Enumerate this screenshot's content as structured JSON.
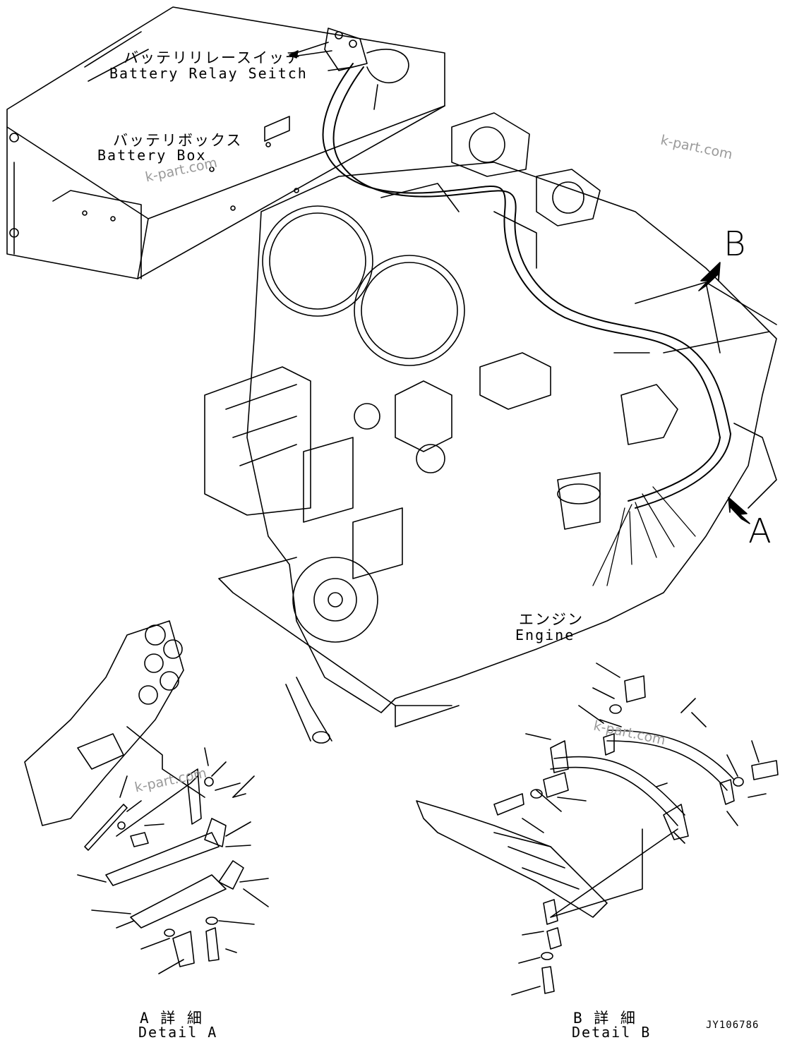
{
  "labels": {
    "battery_relay_jp": "バッテリリレースイッチ",
    "battery_relay_en": "Battery Relay Seitch",
    "battery_box_jp": "バッテリボックス",
    "battery_box_en": "Battery Box",
    "engine_jp": "エンジン",
    "engine_en": "Engine",
    "detail_a_jp": "A 詳 細",
    "detail_a_en": "Detail A",
    "detail_b_jp": "B 詳 細",
    "detail_b_en": "Detail B"
  },
  "view_markers": {
    "a": "A",
    "b": "B"
  },
  "watermarks": [
    "k-part.com",
    "k-part.com",
    "k-part.com",
    "k-part.com"
  ],
  "drawing_code": "JY106786"
}
